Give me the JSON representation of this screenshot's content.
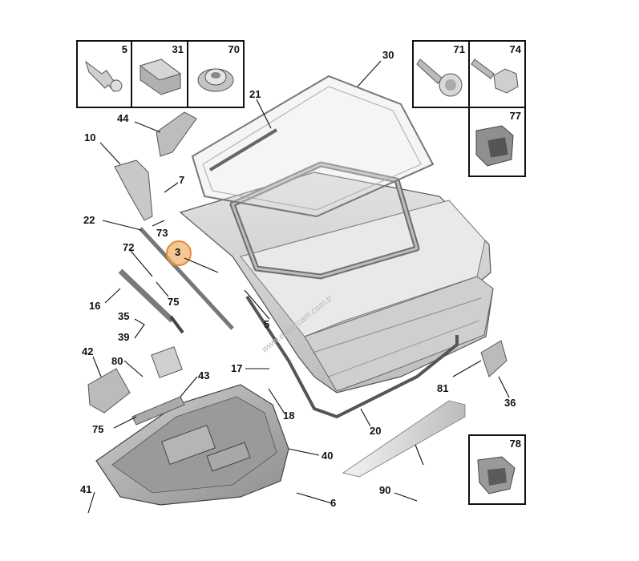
{
  "diagram": {
    "callout_labels": {
      "l30": "30",
      "l21": "21",
      "l44": "44",
      "l10": "10",
      "l7": "7",
      "l22": "22",
      "l73": "73",
      "l72": "72",
      "l3": "3",
      "l75a": "75",
      "l16": "16",
      "l35": "35",
      "l39": "39",
      "l5": "5",
      "l42": "42",
      "l80": "80",
      "l17": "17",
      "l43": "43",
      "l18": "18",
      "l81": "81",
      "l36": "36",
      "l75b": "75",
      "l20": "20",
      "l40": "40",
      "l41": "41",
      "l90": "90",
      "l6": "6"
    },
    "inset_labels": {
      "b5": "5",
      "b31": "31",
      "b70": "70",
      "b71": "71",
      "b74": "74",
      "b77": "77",
      "b78": "78"
    },
    "watermark": "www.ekparcam.com.tr",
    "highlight_color": "#f2a25a",
    "line_color": "#111111"
  }
}
